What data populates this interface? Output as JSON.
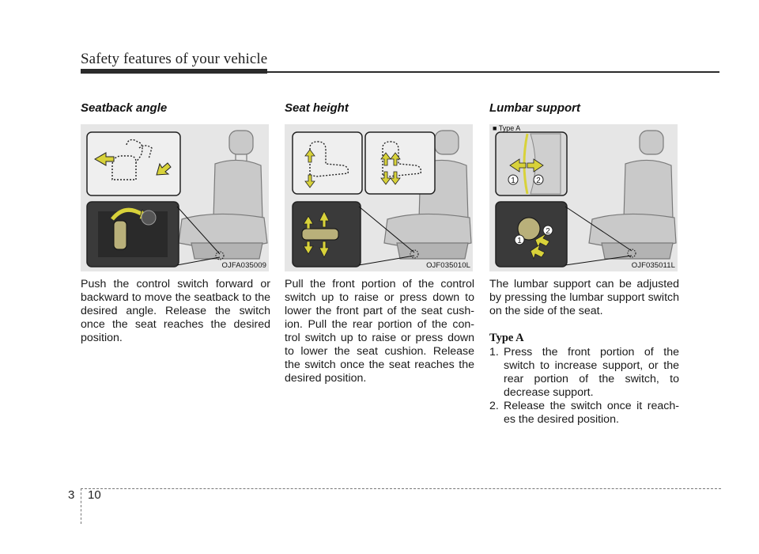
{
  "header": {
    "title": "Safety features of your vehicle"
  },
  "sections": [
    {
      "heading": "Seatback angle",
      "figure_code": "OJFA035009",
      "body": "Push the control switch forward or backward to move the seatback to the desired angle. Release the switch once the seat reaches the desired position."
    },
    {
      "heading": "Seat height",
      "figure_code": "OJF035010L",
      "body": "Pull the front portion of the control switch up to raise or press down to lower the front part of the seat cush-ion. Pull the rear portion of the con-trol switch up to raise or press down to lower the seat cushion. Release the switch once the seat reaches the desired position."
    },
    {
      "heading": "Lumbar support",
      "figure_code": "OJF035011L",
      "figure_label": "■ Type A",
      "body": "The lumbar support can be adjusted by pressing the lumbar support switch on the side of the seat.",
      "subhead": "Type A",
      "steps": [
        {
          "num": "1.",
          "text": "Press the front portion of the switch to increase support, or the rear portion of the switch, to decrease support."
        },
        {
          "num": "2.",
          "text": "Release the switch once it reach-es the desired position."
        }
      ],
      "callouts": [
        "1",
        "2"
      ]
    }
  ],
  "footer": {
    "chapter": "3",
    "page": "10"
  },
  "colors": {
    "arrow_fill": "#d8d23a",
    "figure_bg": "#e6e6e6",
    "rule": "#2b2b2b"
  }
}
